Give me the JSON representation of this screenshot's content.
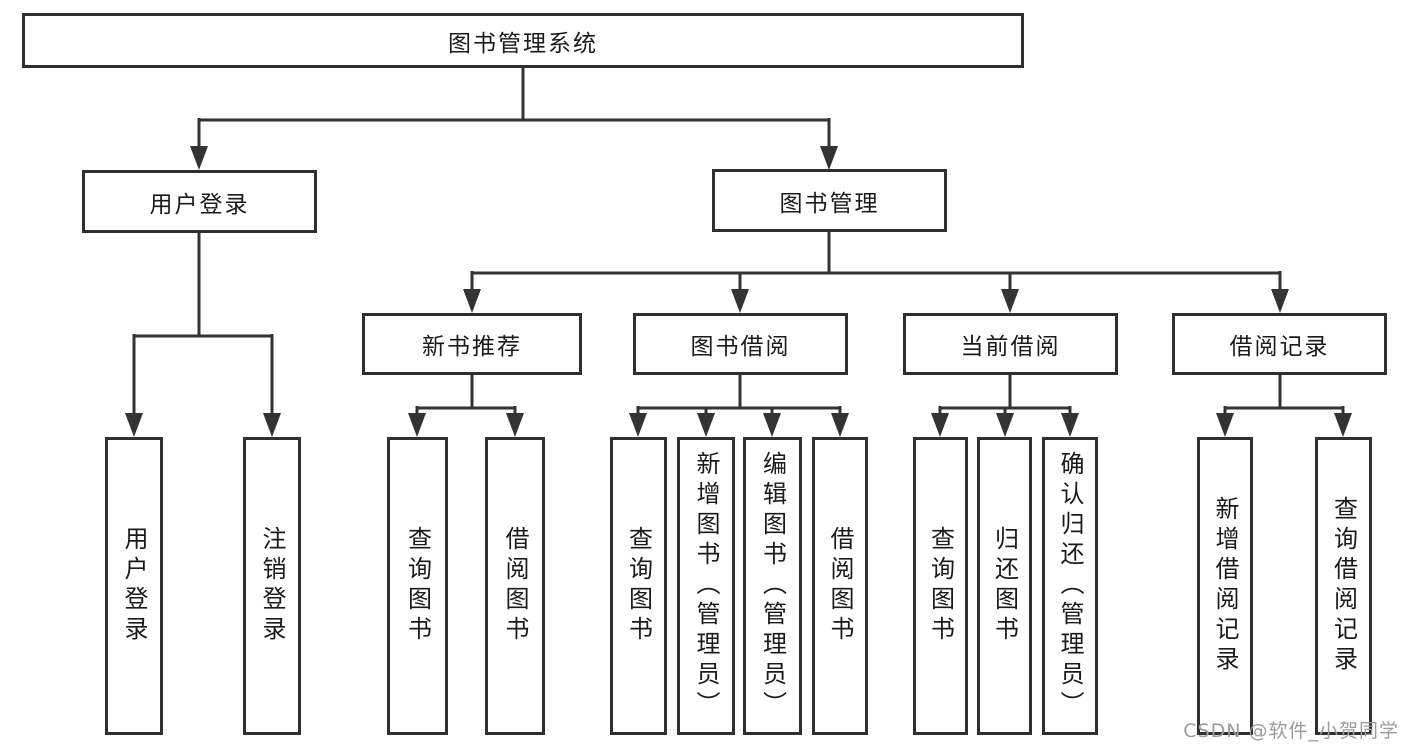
{
  "watermark": "CSDN @软件_小贺同学",
  "colors": {
    "line": "#333333",
    "box_border": "#2f2f2f",
    "box_fill": "#ffffff",
    "text": "#1b1b1b",
    "watermark": "#9c9c9c",
    "background": "#ffffff"
  },
  "nodes": {
    "root": "图书管理系统",
    "level2": {
      "user_login": "用户登录",
      "book_mgmt": "图书管理"
    },
    "level3": {
      "new_book_rec": "新书推荐",
      "book_borrow": "图书借阅",
      "current_borrow": "当前借阅",
      "borrow_record": "借阅记录"
    },
    "leaves": {
      "user_login": "用户登录",
      "logout": "注销登录",
      "rec_query_book": "查询图书",
      "rec_borrow_book": "借阅图书",
      "bb_query_book": "查询图书",
      "bb_add_book": "新增图书（管理员）",
      "bb_edit_book": "编辑图书（管理员）",
      "bb_borrow_book": "借阅图书",
      "cb_query_book": "查询图书",
      "cb_return_book": "归还图书",
      "cb_confirm_return": "确认归还（管理员）",
      "br_add_record": "新增借阅记录",
      "br_query_record": "查询借阅记录"
    }
  }
}
